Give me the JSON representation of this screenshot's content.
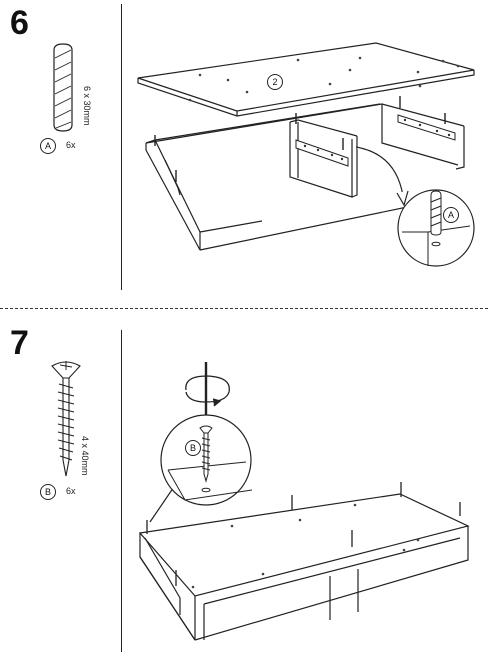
{
  "steps": [
    {
      "number": "6",
      "part": {
        "letter": "A",
        "quantity": "6x",
        "size": "6 x 30mm"
      },
      "panel_label": "2",
      "callout_letter": "A"
    },
    {
      "number": "7",
      "part": {
        "letter": "B",
        "quantity": "6x",
        "size": "4 x 40mm"
      },
      "callout_letter": "B"
    }
  ]
}
